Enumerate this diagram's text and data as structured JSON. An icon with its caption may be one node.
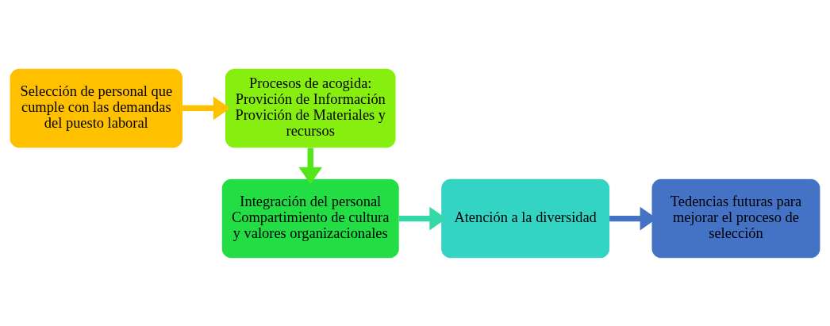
{
  "diagram": {
    "nodes": [
      {
        "text": [
          "Selección de personal que cumple con las demandas del puesto laboral"
        ]
      },
      {
        "text": [
          "Procesos de acogida:",
          "Provición de Información",
          "Provición de Materiales y recursos"
        ]
      },
      {
        "text": [
          "Integración del personal",
          "Compartimiento de cultura y valores organizacionales"
        ]
      },
      {
        "text": [
          "Atención a la diversidad"
        ]
      },
      {
        "text": [
          "Tedencias futuras para mejorar el proceso de selección"
        ]
      }
    ],
    "edges": [
      {
        "from": 0,
        "to": 1,
        "arrow": "to",
        "color": "#ffc000"
      },
      {
        "from": 1,
        "to": 2,
        "arrow": "to",
        "color": "#55e61a"
      },
      {
        "from": 2,
        "to": 3,
        "arrow": "to",
        "color": "#33d9a6"
      },
      {
        "from": 3,
        "to": 4,
        "arrow": "to",
        "color": "#4472c4"
      }
    ]
  }
}
